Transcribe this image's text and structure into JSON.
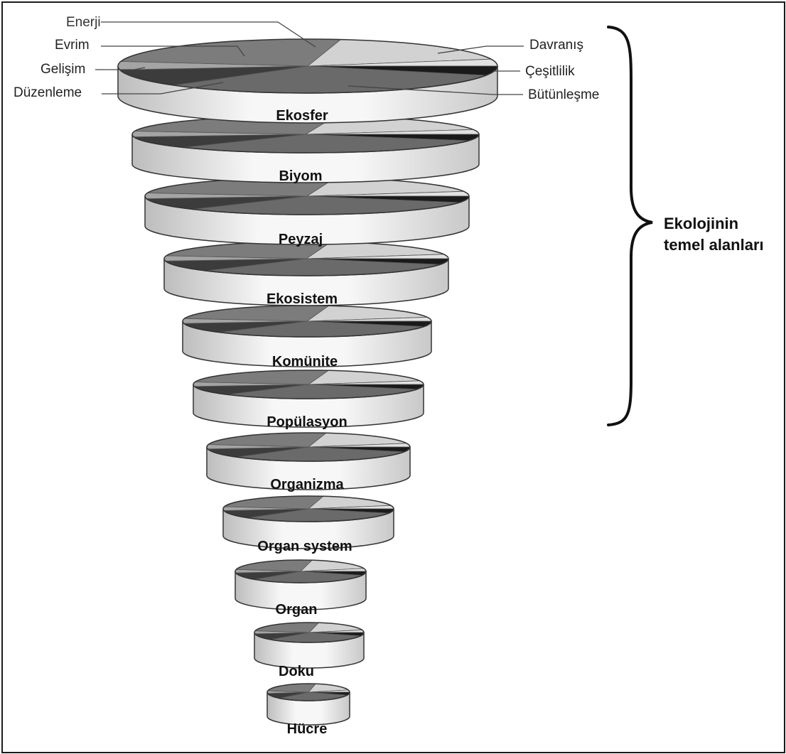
{
  "segments": [
    {
      "name": "Enerji",
      "color": "#d2d2d2"
    },
    {
      "name": "Davranış",
      "color": "#e2e2e2"
    },
    {
      "name": "Çeşitlilik",
      "color": "#1a1a1a"
    },
    {
      "name": "Bütünleşme",
      "color": "#6a6a6a"
    },
    {
      "name": "Düzenleme",
      "color": "#3c3c3c"
    },
    {
      "name": "Gelişim",
      "color": "#a4a4a4"
    },
    {
      "name": "Evrim",
      "color": "#7c7c7c"
    }
  ],
  "levels": [
    {
      "label": "Ekosfer"
    },
    {
      "label": "Biyom"
    },
    {
      "label": "Peyzaj"
    },
    {
      "label": "Ekosistem"
    },
    {
      "label": "Komünite"
    },
    {
      "label": "Popülasyon"
    },
    {
      "label": "Organizma"
    },
    {
      "label": "Organ system"
    },
    {
      "label": "Organ"
    },
    {
      "label": "Doku"
    },
    {
      "label": "Hücre"
    }
  ],
  "bracket": {
    "line1": "Ekolojinin",
    "line2": "temel alanları"
  },
  "colors": {
    "band_light": "#f2f2f2",
    "band_shadow": "#c4c4c4",
    "outline": "#333333",
    "frame": "#1a1a1a"
  }
}
